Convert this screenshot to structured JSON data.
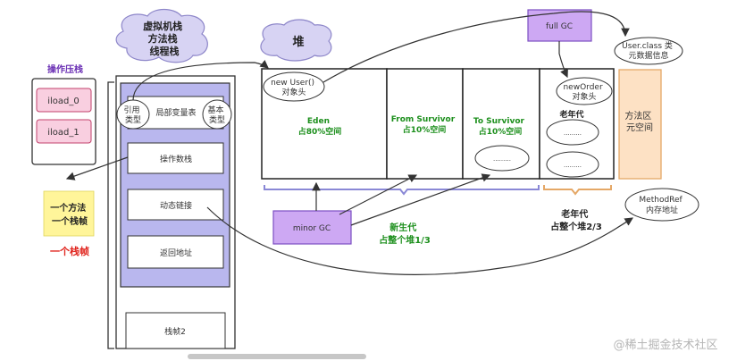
{
  "clouds": {
    "vm_stack": [
      "虚拟机栈",
      "方法栈",
      "线程栈"
    ],
    "heap": "堆"
  },
  "operand_stack": {
    "title": "操作压栈",
    "items": [
      "iload_0",
      "iload_1"
    ]
  },
  "stack_frame": {
    "local_var_table": "局部变量表",
    "ref_type": [
      "引用",
      "类型"
    ],
    "basic_type": [
      "基本",
      "类型"
    ],
    "operand_stack": "操作数栈",
    "dynamic_link": "动态链接",
    "return_address": "返回地址",
    "frame2": "栈帧2"
  },
  "note": {
    "lines": [
      "一个方法",
      "一个栈帧"
    ],
    "frame_label": "一个栈帧"
  },
  "heap": {
    "new_user": [
      "new User()",
      "对象头"
    ],
    "eden": [
      "Eden",
      "占80%空间"
    ],
    "from_survivor": [
      "From Survivor",
      "占10%空间"
    ],
    "to_survivor": [
      "To Survivor",
      "占10%空间"
    ],
    "to_survivor_oval": ".........",
    "new_order": [
      "newOrder",
      "对象头"
    ],
    "old_gen": "老年代",
    "old_ovals": [
      ".........",
      "........."
    ],
    "method_area": [
      "方法区",
      "元空间"
    ]
  },
  "full_gc": "full GC",
  "minor_gc": "minor GC",
  "user_class": [
    "User.class 类",
    "元数据信息"
  ],
  "method_ref": [
    "MethodRef",
    "内存地址"
  ],
  "young_gen": [
    "新生代",
    "占整个堆1/3"
  ],
  "old_gen_brace": [
    "老年代",
    "占整个堆2/3"
  ],
  "watermark": "@稀土掘金技术社区"
}
